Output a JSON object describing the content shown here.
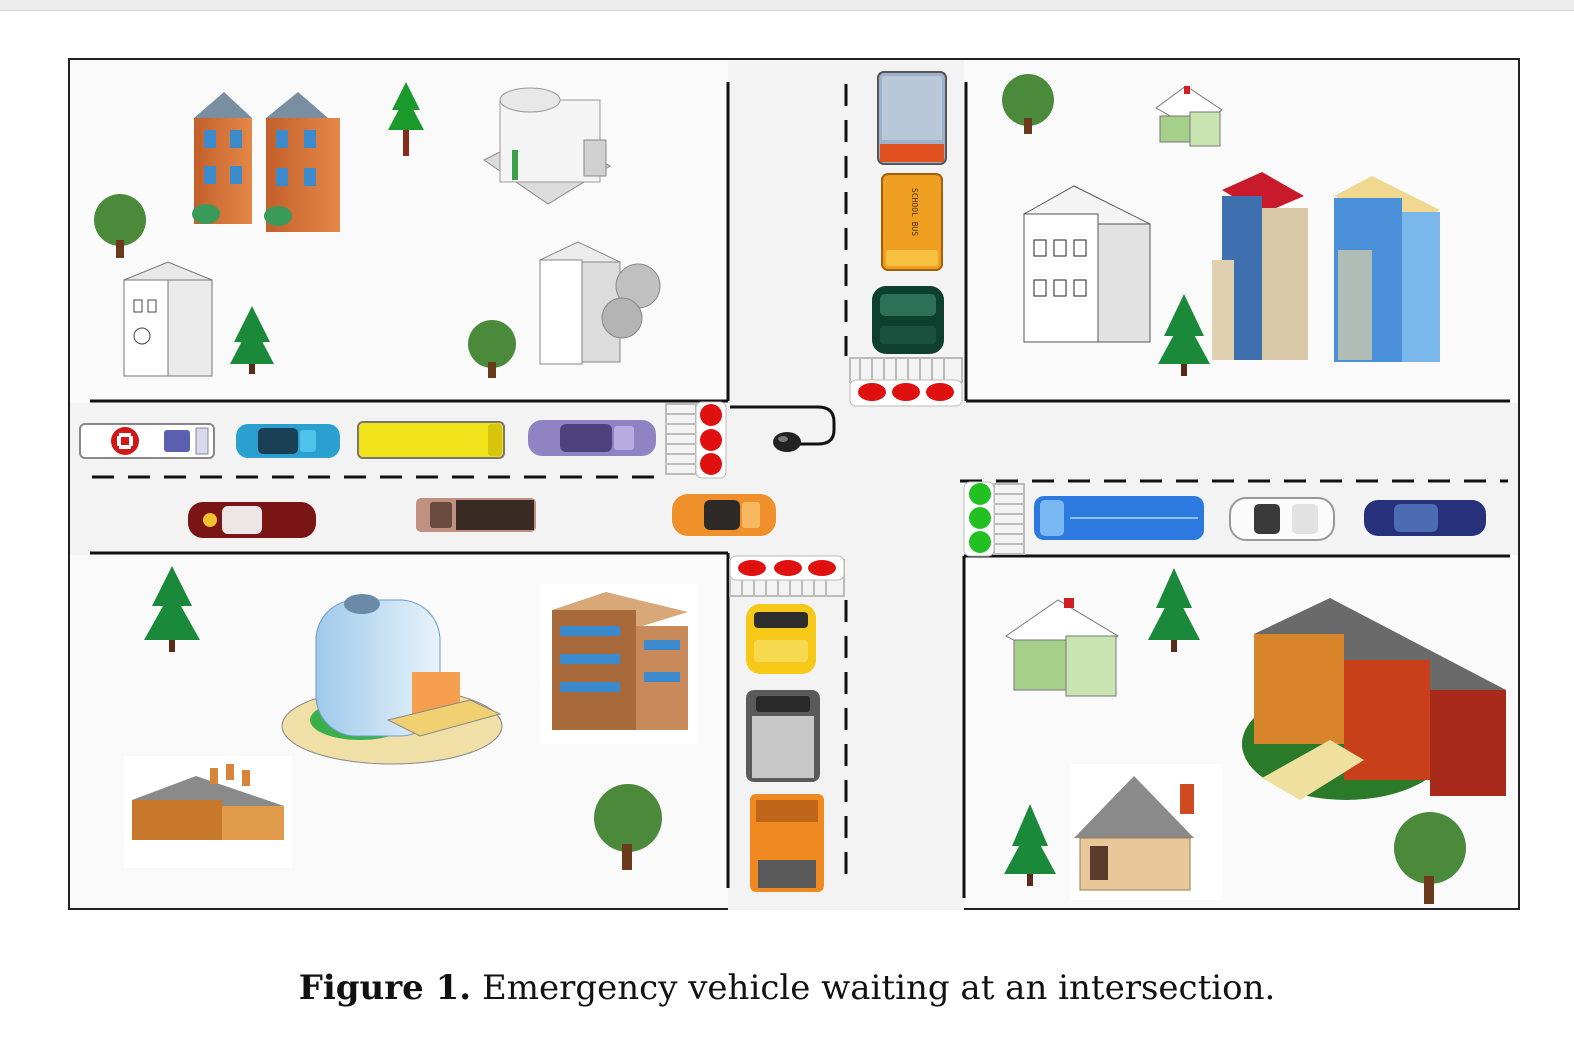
{
  "caption": {
    "label": "Figure 1.",
    "text": "Emergency vehicle waiting at an intersection."
  },
  "scene": {
    "vehicle_labels": {
      "school_bus": "SCHOOL BUS"
    },
    "traffic_lights": {
      "west_approach": "red",
      "north_approach": "red",
      "south_approach": "red",
      "east_approach": "green"
    },
    "colors": {
      "red_light": "#e01010",
      "green_light": "#22c022",
      "road": "#f4f4f4",
      "road_line": "#111111"
    },
    "icons": [
      "ambulance-icon",
      "car-icon",
      "bus-icon",
      "truck-icon",
      "taxi-icon",
      "house-icon",
      "office-building-icon",
      "skyscraper-icon",
      "tree-icon",
      "factory-icon",
      "traffic-light-icon",
      "sensor-icon"
    ]
  }
}
